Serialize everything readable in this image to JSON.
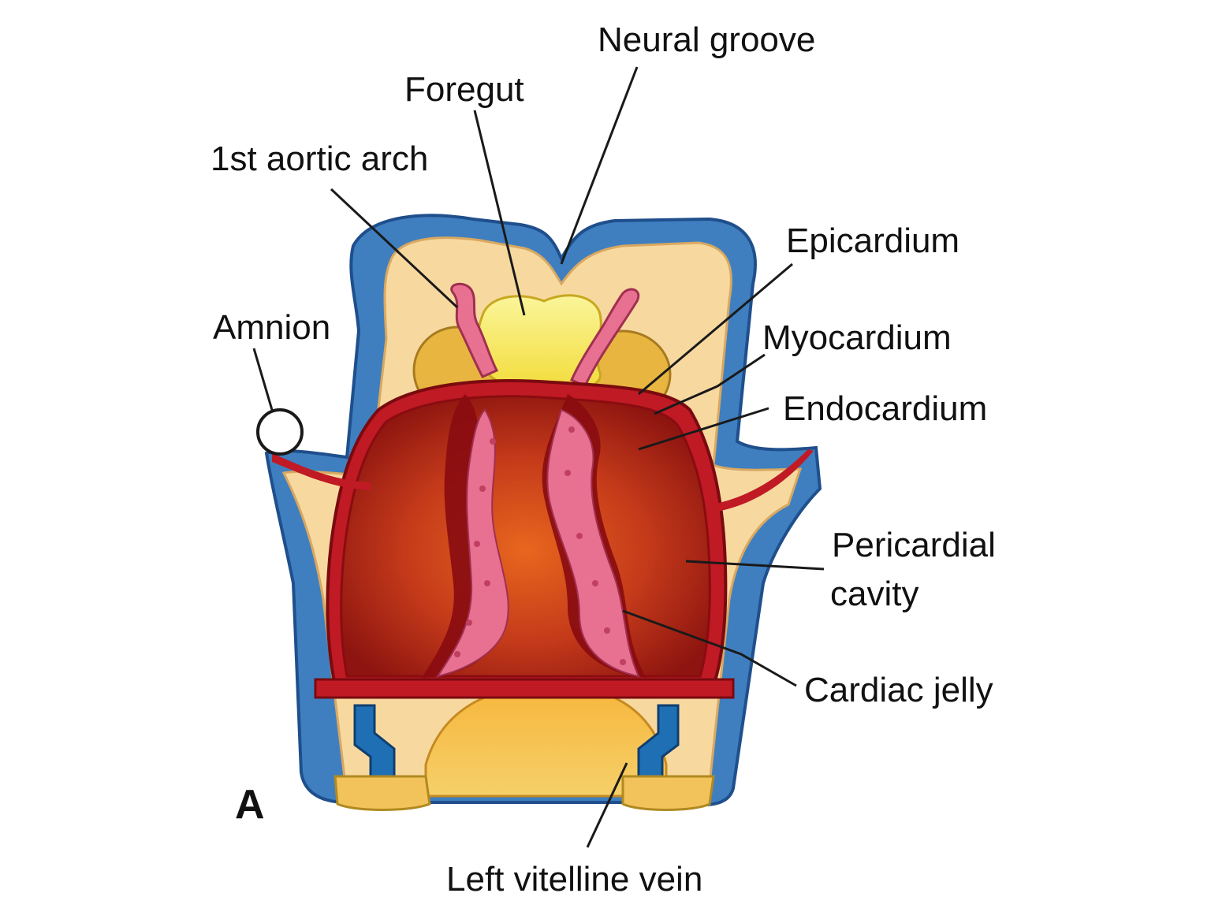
{
  "panel_letter": "A",
  "labels": {
    "neural_groove": "Neural groove",
    "foregut": "Foregut",
    "aortic_arch": "1st aortic arch",
    "epicardium": "Epicardium",
    "amnion": "Amnion",
    "myocardium": "Myocardium",
    "endocardium": "Endocardium",
    "pericardial_line1": "Pericardial",
    "pericardial_line2": "cavity",
    "cardiac_jelly": "Cardiac jelly",
    "left_vitelline_vein": "Left vitelline vein"
  },
  "colors": {
    "ectoderm_blue": "#3f7fc0",
    "ectoderm_dark": "#1f4f8c",
    "mesoderm_tan": "#f7d9a0",
    "foregut_yellow": "#f9ef66",
    "heart_outer": "#c01a25",
    "heart_inner": "#8a0c10",
    "heart_orange": "#d4501a",
    "endocardium_pink": "#e87090",
    "vein_blue": "#1f6fb5",
    "yolk_orange": "#f0a030"
  }
}
